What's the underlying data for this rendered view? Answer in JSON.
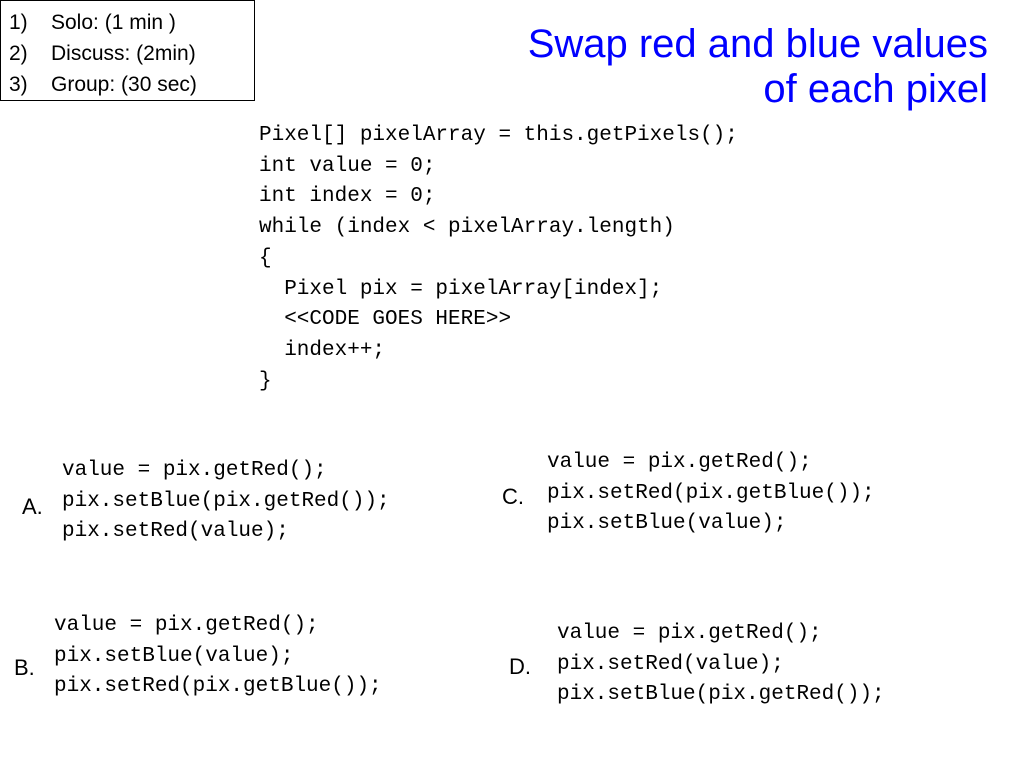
{
  "steps": [
    {
      "num": "1)",
      "text": "Solo: (1 min )"
    },
    {
      "num": "2)",
      "text": "Discuss: (2min)"
    },
    {
      "num": "3)",
      "text": "Group: (30 sec)"
    }
  ],
  "title": {
    "line1": "Swap red and blue values",
    "line2": "of each pixel"
  },
  "main_code": [
    "Pixel[] pixelArray = this.getPixels();",
    "int value = 0;",
    "int index = 0;",
    "while (index < pixelArray.length)",
    "{",
    "  Pixel pix = pixelArray[index];",
    "  <<CODE GOES HERE>>",
    "  index++;",
    "}"
  ],
  "options": {
    "a": {
      "label": "A.",
      "lines": [
        "value = pix.getRed();",
        "pix.setBlue(pix.getRed());",
        "pix.setRed(value);"
      ]
    },
    "b": {
      "label": "B.",
      "lines": [
        "value = pix.getRed();",
        "pix.setBlue(value);",
        "pix.setRed(pix.getBlue());"
      ]
    },
    "c": {
      "label": "C.",
      "lines": [
        "value = pix.getRed();",
        "pix.setRed(pix.getBlue());",
        "pix.setBlue(value);"
      ]
    },
    "d": {
      "label": "D.",
      "lines": [
        "value = pix.getRed();",
        "pix.setRed(value);",
        "pix.setBlue(pix.getRed());"
      ]
    }
  },
  "colors": {
    "title": "#0000ff",
    "text": "#000000",
    "background": "#ffffff"
  }
}
